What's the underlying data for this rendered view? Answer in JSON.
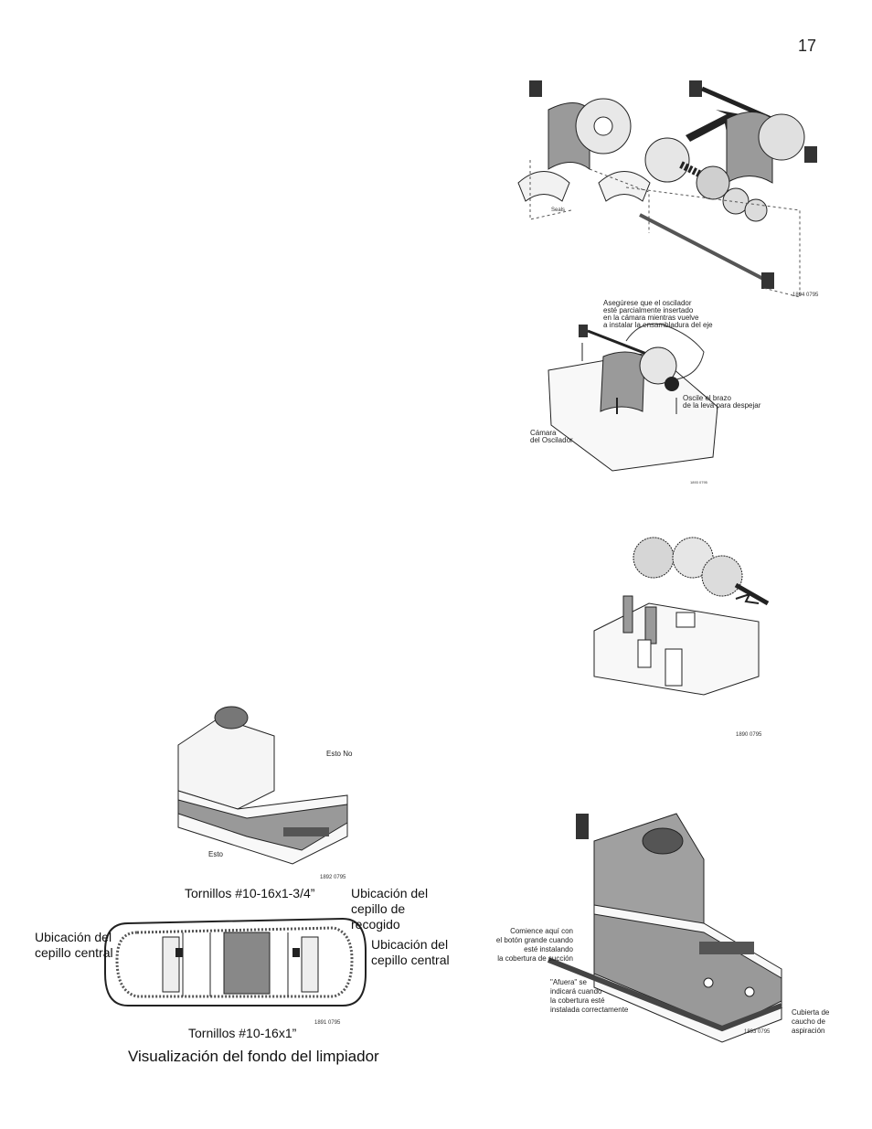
{
  "page_number": "17",
  "figures": {
    "shaft_exploded": {
      "label": "Seals",
      "code": "1894 0795"
    },
    "oscillator_install": {
      "note": [
        "Asegúrese que el oscilador",
        "esté parcialmente insertado",
        "en la cámara mientras vuelve",
        "a instalar la ensambladura del eje"
      ],
      "cam_note": [
        "Oscile el brazo",
        "de la leva para despejar"
      ],
      "chamber": [
        "Cámara",
        "del Oscilador"
      ],
      "code": "1893 0795"
    },
    "gears": {
      "code": "1890 0795"
    },
    "tank_side": {
      "this_not": "Esto No",
      "this": "Esto",
      "code": "1892 0795"
    },
    "bottom_view": {
      "screws_long": "Tornillos #10-16x1-3/4”",
      "pickup_brush": [
        "Ubicación del",
        "cepillo de",
        "recogido"
      ],
      "central_brush_left": [
        "Ubicación del",
        "cepillo central"
      ],
      "central_brush_right": [
        "Ubicación del",
        "cepillo central"
      ],
      "screws_short": "Tornillos #10-16x1”",
      "code": "1891 0795",
      "caption": "Visualización del fondo del limpiador"
    },
    "suction_cover": {
      "start_note": [
        "Comience aquí con",
        "el botón grande cuando",
        "esté instalando",
        "la cobertura de succión"
      ],
      "out_note": [
        "\"Afuera\"  se",
        "indicará cuando",
        "la cobertura esté",
        "instalada correctamente"
      ],
      "rubber_cover": [
        "Cubierta de",
        "caucho de",
        "aspiración"
      ],
      "code": "1893 0795"
    }
  }
}
